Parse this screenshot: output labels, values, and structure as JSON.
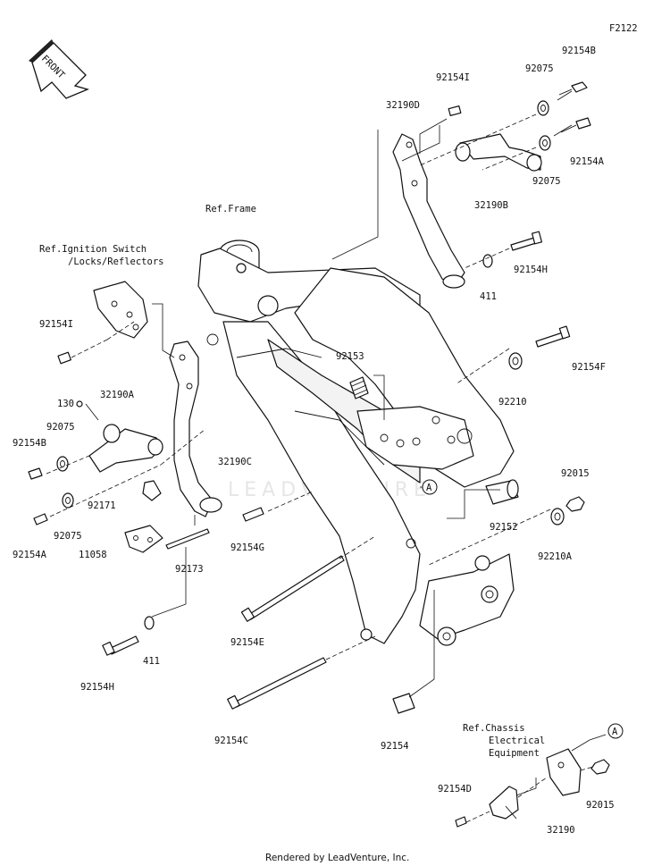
{
  "header": {
    "diagram_code": "F2122"
  },
  "front_badge": {
    "label": "FRONT"
  },
  "refs": {
    "frame": "Ref.Frame",
    "ignition_1": "Ref.Ignition Switch",
    "ignition_2": "/Locks/Reflectors",
    "chassis_1": "Ref.Chassis",
    "chassis_2": "Electrical",
    "chassis_3": "Equipment"
  },
  "callout": {
    "letter": "A"
  },
  "watermark": "LEADVENTURE",
  "parts": {
    "p92154B_top": "92154B",
    "p92075_top": "92075",
    "p92154I_top": "92154I",
    "p32190D": "32190D",
    "p92154A_top": "92154A",
    "p92075_mid": "92075",
    "p32190B": "32190B",
    "p92154H_top": "92154H",
    "p411_top": "411",
    "p92153": "92153",
    "p92154F": "92154F",
    "p92210": "92210",
    "p92015_right": "92015",
    "p92152": "92152",
    "p92210A": "92210A",
    "p92154I_left": "92154I",
    "p130": "130",
    "p32190A": "32190A",
    "p92075_left1": "92075",
    "p92154B_left": "92154B",
    "p32190C": "32190C",
    "p92171": "92171",
    "p92154A_left": "92154A",
    "p92075_left2": "92075",
    "p11058": "11058",
    "p92173": "92173",
    "p92154G": "92154G",
    "p92154E": "92154E",
    "p411_bottom": "411",
    "p92154H_bottom": "92154H",
    "p92154C": "92154C",
    "p92154": "92154",
    "p92154D": "92154D",
    "p32190": "32190",
    "p92015_bottom": "92015"
  },
  "footer": {
    "text": "Rendered by LeadVenture, Inc."
  }
}
